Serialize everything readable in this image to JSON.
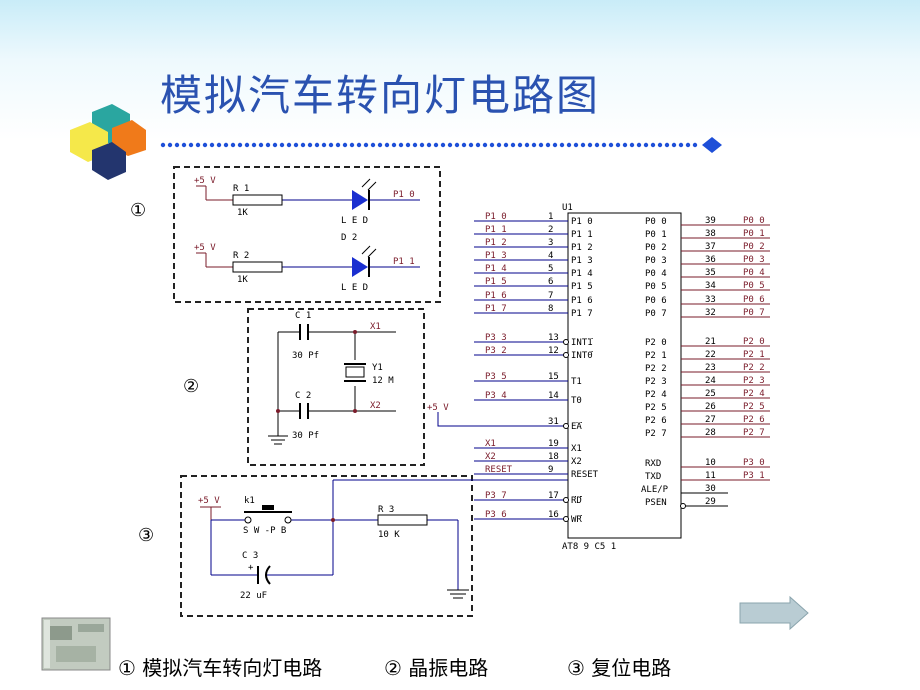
{
  "title": "模拟汽车转向灯电路图",
  "captions": [
    "① 模拟汽车转向灯电路",
    "② 晶振电路",
    "③ 复位电路"
  ],
  "markers": [
    "①",
    "②",
    "③"
  ],
  "colors": {
    "title": "#2a52b0",
    "dots": "#1e4fd8",
    "wire": "#00008b",
    "label": "#7a1b2a"
  },
  "icons": [
    "color-squares-logo-icon",
    "circuit-board-thumbnail-icon",
    "next-arrow-icon"
  ],
  "led_circuit": {
    "vcc": "+5 V",
    "r1_name": "R 1",
    "r1_value": "1K",
    "r2_name": "R 2",
    "r2_value": "1K",
    "d2_name": "D 2",
    "led1_label": "L E D",
    "led2_label": "L E D",
    "net1": "P1 0",
    "net2": "P1 1"
  },
  "crystal_circuit": {
    "c1_name": "C 1",
    "c1_value": "30 Pf",
    "c2_name": "C 2",
    "c2_value": "30 Pf",
    "y1_name": "Y1",
    "y1_value": "12 M",
    "net_x1": "X1",
    "net_x2": "X2"
  },
  "reset_circuit": {
    "vcc": "+5 V",
    "k1_name": "k1",
    "k1_value": "S W -P B",
    "r3_name": "R 3",
    "r3_value": "10 K",
    "c3_name": "C 3",
    "c3_plus": "+",
    "c3_value": "22 uF"
  },
  "mcu": {
    "ref": "U1",
    "part": "AT8 9 C5 1",
    "vcc_label": "+5 V",
    "left_pins": [
      {
        "net": "P1 0",
        "num": "1",
        "name": "P1 0"
      },
      {
        "net": "P1 1",
        "num": "2",
        "name": "P1 1"
      },
      {
        "net": "P1 2",
        "num": "3",
        "name": "P1 2"
      },
      {
        "net": "P1 3",
        "num": "4",
        "name": "P1 3"
      },
      {
        "net": "P1 4",
        "num": "5",
        "name": "P1 4"
      },
      {
        "net": "P1 5",
        "num": "6",
        "name": "P1 5"
      },
      {
        "net": "P1 6",
        "num": "7",
        "name": "P1 6"
      },
      {
        "net": "P1 7",
        "num": "8",
        "name": "P1 7"
      },
      {
        "net": "P3 3",
        "num": "13",
        "name": "INT1"
      },
      {
        "net": "P3 2",
        "num": "12",
        "name": "INT0"
      },
      {
        "net": "P3 5",
        "num": "15",
        "name": "T1"
      },
      {
        "net": "P3 4",
        "num": "14",
        "name": "T0"
      },
      {
        "net": "",
        "num": "31",
        "name": "EA"
      },
      {
        "net": "X1",
        "num": "19",
        "name": "X1"
      },
      {
        "net": "X2",
        "num": "18",
        "name": "X2"
      },
      {
        "net": "RESET",
        "num": "9",
        "name": "RESET"
      },
      {
        "net": "P3 7",
        "num": "17",
        "name": "RD"
      },
      {
        "net": "P3 6",
        "num": "16",
        "name": "WR"
      }
    ],
    "right_pins": [
      {
        "name": "P0 0",
        "num": "39",
        "net": "P0 0"
      },
      {
        "name": "P0 1",
        "num": "38",
        "net": "P0 1"
      },
      {
        "name": "P0 2",
        "num": "37",
        "net": "P0 2"
      },
      {
        "name": "P0 3",
        "num": "36",
        "net": "P0 3"
      },
      {
        "name": "P0 4",
        "num": "35",
        "net": "P0 4"
      },
      {
        "name": "P0 5",
        "num": "34",
        "net": "P0 5"
      },
      {
        "name": "P0 6",
        "num": "33",
        "net": "P0 6"
      },
      {
        "name": "P0 7",
        "num": "32",
        "net": "P0 7"
      },
      {
        "name": "P2 0",
        "num": "21",
        "net": "P2 0"
      },
      {
        "name": "P2 1",
        "num": "22",
        "net": "P2 1"
      },
      {
        "name": "P2 2",
        "num": "23",
        "net": "P2 2"
      },
      {
        "name": "P2 3",
        "num": "24",
        "net": "P2 3"
      },
      {
        "name": "P2 4",
        "num": "25",
        "net": "P2 4"
      },
      {
        "name": "P2 5",
        "num": "26",
        "net": "P2 5"
      },
      {
        "name": "P2 6",
        "num": "27",
        "net": "P2 6"
      },
      {
        "name": "P2 7",
        "num": "28",
        "net": "P2 7"
      },
      {
        "name": "RXD",
        "num": "10",
        "net": "P3 0"
      },
      {
        "name": "TXD",
        "num": "11",
        "net": "P3 1"
      },
      {
        "name": "ALE/P",
        "num": "30",
        "net": ""
      },
      {
        "name": "PSEN",
        "num": "29",
        "net": ""
      }
    ]
  }
}
